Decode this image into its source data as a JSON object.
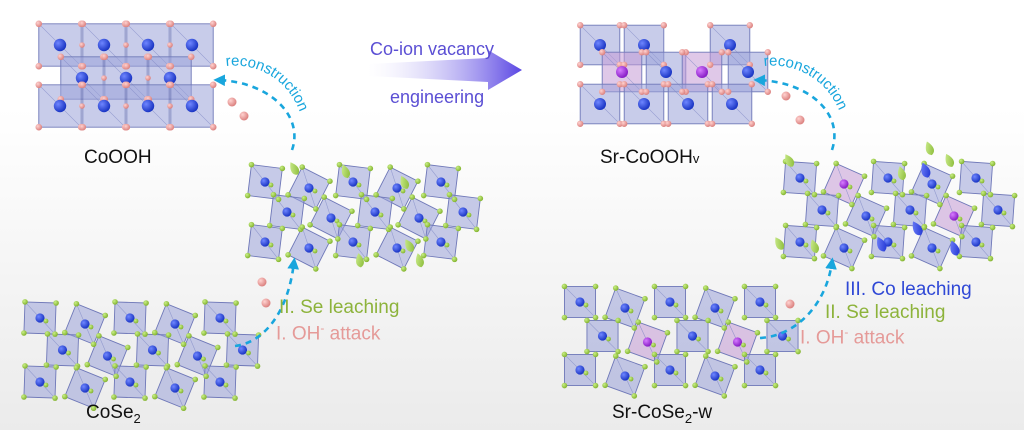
{
  "materials": {
    "cooh": "CoOOH",
    "cose2_base": "CoSe",
    "cose2_sub": "2",
    "sr_cooohv_base": "Sr-CoOOH",
    "sr_cooohv_sub": "v",
    "sr_cose2w_prefix": "Sr-CoSe",
    "sr_cose2w_sub": "2",
    "sr_cose2w_suffix": "-w"
  },
  "center_arrow": {
    "line1": "Co-ion vacancy",
    "line2": "engineering"
  },
  "left_steps": {
    "reconstruction": "reconstruction",
    "se_leaching": "II. Se leaching",
    "oh_attack_pre": "I. OH",
    "oh_attack_sup": "-",
    "oh_attack_post": " attack"
  },
  "right_steps": {
    "reconstruction": "reconstruction",
    "co_leaching": "III. Co leaching",
    "se_leaching": "II. Se leaching",
    "oh_attack_pre": "I. OH",
    "oh_attack_sup": "-",
    "oh_attack_post": " attack"
  },
  "colors": {
    "octahedron": "#9aa3d8",
    "co_atom": "#1f3bd1",
    "sr_atom": "#9a28d0",
    "se_atom": "#93c93a",
    "o_atom": "#e59a98",
    "arrow_cyan": "#19a6dd",
    "vacancy_arrow": "#6a58e6"
  }
}
